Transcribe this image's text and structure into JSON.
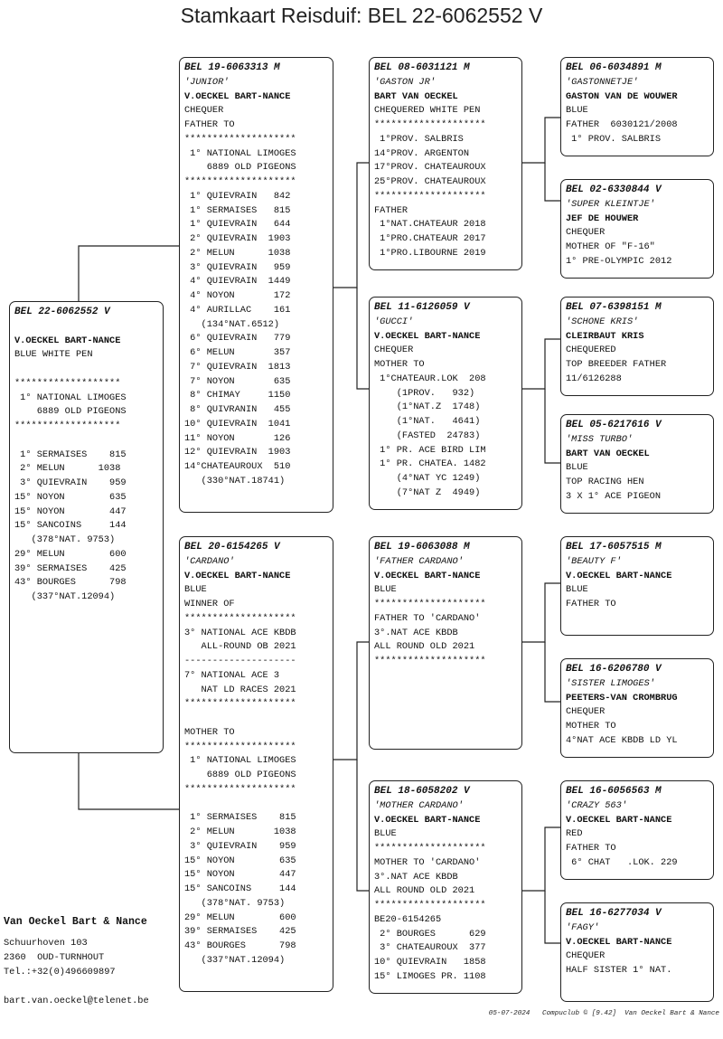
{
  "title": "Stamkaart Reisduif: BEL 22-6062552 V",
  "boxes": {
    "subject": [
      {
        "t": "BEL 22-6062552 V",
        "s": "ring"
      },
      {
        "t": ""
      },
      {
        "t": "V.OECKEL BART-NANCE",
        "s": "owner"
      },
      {
        "t": "BLUE WHITE PEN"
      },
      {
        "t": ""
      },
      {
        "t": "*******************"
      },
      {
        "t": " 1° NATIONAL LIMOGES"
      },
      {
        "t": "    6889 OLD PIGEONS"
      },
      {
        "t": "*******************"
      },
      {
        "t": ""
      },
      {
        "t": " 1° SERMAISES    815"
      },
      {
        "t": " 2° MELUN      1038"
      },
      {
        "t": " 3° QUIEVRAIN    959"
      },
      {
        "t": "15° NOYON        635"
      },
      {
        "t": "15° NOYON        447"
      },
      {
        "t": "15° SANCOINS     144"
      },
      {
        "t": "   (378°NAT. 9753)"
      },
      {
        "t": "29° MELUN        600"
      },
      {
        "t": "39° SERMAISES    425"
      },
      {
        "t": "43° BOURGES      798"
      },
      {
        "t": "   (337°NAT.12094)"
      }
    ],
    "father": [
      {
        "t": "BEL 19-6063313 M",
        "s": "ring"
      },
      {
        "t": "'JUNIOR'",
        "s": "nm"
      },
      {
        "t": "V.OECKEL BART-NANCE",
        "s": "owner"
      },
      {
        "t": "CHEQUER"
      },
      {
        "t": "FATHER TO"
      },
      {
        "t": "********************"
      },
      {
        "t": " 1° NATIONAL LIMOGES"
      },
      {
        "t": "    6889 OLD PIGEONS"
      },
      {
        "t": "********************"
      },
      {
        "t": " 1° QUIEVRAIN   842"
      },
      {
        "t": " 1° SERMAISES   815"
      },
      {
        "t": " 1° QUIEVRAIN   644"
      },
      {
        "t": " 2° QUIEVRAIN  1903"
      },
      {
        "t": " 2° MELUN      1038"
      },
      {
        "t": " 3° QUIEVRAIN   959"
      },
      {
        "t": " 4° QUIEVRAIN  1449"
      },
      {
        "t": " 4° NOYON       172"
      },
      {
        "t": " 4° AURILLAC    161"
      },
      {
        "t": "   (134°NAT.6512)"
      },
      {
        "t": " 6° QUIEVRAIN   779"
      },
      {
        "t": " 6° MELUN       357"
      },
      {
        "t": " 7° QUIEVRAIN  1813"
      },
      {
        "t": " 7° NOYON       635"
      },
      {
        "t": " 8° CHIMAY     1150"
      },
      {
        "t": " 8° QUIVRANIN   455"
      },
      {
        "t": "10° QUIEVRAIN  1041"
      },
      {
        "t": "11° NOYON       126"
      },
      {
        "t": "12° QUIEVRAIN  1903"
      },
      {
        "t": "14°CHATEAUROUX  510"
      },
      {
        "t": "   (330°NAT.18741)"
      }
    ],
    "mother": [
      {
        "t": "BEL 20-6154265 V",
        "s": "ring"
      },
      {
        "t": "'CARDANO'",
        "s": "nm"
      },
      {
        "t": "V.OECKEL BART-NANCE",
        "s": "owner"
      },
      {
        "t": "BLUE"
      },
      {
        "t": "WINNER OF"
      },
      {
        "t": "********************"
      },
      {
        "t": "3° NATIONAL ACE KBDB"
      },
      {
        "t": "   ALL-ROUND OB 2021"
      },
      {
        "t": "--------------------"
      },
      {
        "t": "7° NATIONAL ACE 3"
      },
      {
        "t": "   NAT LD RACES 2021"
      },
      {
        "t": "********************"
      },
      {
        "t": ""
      },
      {
        "t": "MOTHER TO"
      },
      {
        "t": "********************"
      },
      {
        "t": " 1° NATIONAL LIMOGES"
      },
      {
        "t": "    6889 OLD PIGEONS"
      },
      {
        "t": "********************"
      },
      {
        "t": ""
      },
      {
        "t": " 1° SERMAISES    815"
      },
      {
        "t": " 2° MELUN       1038"
      },
      {
        "t": " 3° QUIEVRAIN    959"
      },
      {
        "t": "15° NOYON        635"
      },
      {
        "t": "15° NOYON        447"
      },
      {
        "t": "15° SANCOINS     144"
      },
      {
        "t": "   (378°NAT. 9753)"
      },
      {
        "t": "29° MELUN        600"
      },
      {
        "t": "39° SERMAISES    425"
      },
      {
        "t": "43° BOURGES      798"
      },
      {
        "t": "   (337°NAT.12094)"
      }
    ],
    "ff": [
      {
        "t": "BEL 08-6031121 M",
        "s": "ring"
      },
      {
        "t": "'GASTON JR'",
        "s": "nm"
      },
      {
        "t": "BART VAN OECKEL",
        "s": "owner"
      },
      {
        "t": "CHEQUERED WHITE PEN"
      },
      {
        "t": "********************"
      },
      {
        "t": " 1°PROV. SALBRIS"
      },
      {
        "t": "14°PROV. ARGENTON"
      },
      {
        "t": "17°PROV. CHATEAUROUX"
      },
      {
        "t": "25°PROV. CHATEAUROUX"
      },
      {
        "t": "********************"
      },
      {
        "t": "FATHER"
      },
      {
        "t": " 1°NAT.CHATEAUR 2018"
      },
      {
        "t": " 1°PRO.CHATEAUR 2017"
      },
      {
        "t": " 1°PRO.LIBOURNE 2019"
      }
    ],
    "fm": [
      {
        "t": "BEL 11-6126059 V",
        "s": "ring"
      },
      {
        "t": "'GUCCI'",
        "s": "nm"
      },
      {
        "t": "V.OECKEL BART-NANCE",
        "s": "owner"
      },
      {
        "t": "CHEQUER"
      },
      {
        "t": "MOTHER TO"
      },
      {
        "t": " 1°CHATEAUR.LOK  208"
      },
      {
        "t": "    (1PROV.   932)"
      },
      {
        "t": "    (1°NAT.Z  1748)"
      },
      {
        "t": "    (1°NAT.   4641)"
      },
      {
        "t": "    (FASTED  24783)"
      },
      {
        "t": " 1° PR. ACE BIRD LIM"
      },
      {
        "t": " 1° PR. CHATEA. 1482"
      },
      {
        "t": "    (4°NAT YC 1249)"
      },
      {
        "t": "    (7°NAT Z  4949)"
      }
    ],
    "mf": [
      {
        "t": "BEL 19-6063088 M",
        "s": "ring"
      },
      {
        "t": "'FATHER CARDANO'",
        "s": "nm"
      },
      {
        "t": "V.OECKEL BART-NANCE",
        "s": "owner"
      },
      {
        "t": "BLUE"
      },
      {
        "t": "********************"
      },
      {
        "t": "FATHER TO 'CARDANO'"
      },
      {
        "t": "3°.NAT ACE KBDB"
      },
      {
        "t": "ALL ROUND OLD 2021"
      },
      {
        "t": "********************"
      }
    ],
    "mm": [
      {
        "t": "BEL 18-6058202 V",
        "s": "ring"
      },
      {
        "t": "'MOTHER CARDANO'",
        "s": "nm"
      },
      {
        "t": "V.OECKEL BART-NANCE",
        "s": "owner"
      },
      {
        "t": "BLUE"
      },
      {
        "t": "********************"
      },
      {
        "t": "MOTHER TO 'CARDANO'"
      },
      {
        "t": "3°.NAT ACE KBDB"
      },
      {
        "t": "ALL ROUND OLD 2021"
      },
      {
        "t": "********************"
      },
      {
        "t": "BE20-6154265"
      },
      {
        "t": " 2° BOURGES      629"
      },
      {
        "t": " 3° CHATEAUROUX  377"
      },
      {
        "t": "10° QUIEVRAIN   1858"
      },
      {
        "t": "15° LIMOGES PR. 1108"
      }
    ],
    "fff": [
      {
        "t": "BEL 06-6034891 M",
        "s": "ring"
      },
      {
        "t": "'GASTONNETJE'",
        "s": "nm"
      },
      {
        "t": "GASTON VAN DE WOUWER",
        "s": "owner"
      },
      {
        "t": "BLUE"
      },
      {
        "t": "FATHER  6030121/2008"
      },
      {
        "t": " 1° PROV. SALBRIS"
      }
    ],
    "ffm": [
      {
        "t": "BEL 02-6330844 V",
        "s": "ring"
      },
      {
        "t": "'SUPER KLEINTJE'",
        "s": "nm"
      },
      {
        "t": "JEF DE HOUWER",
        "s": "owner"
      },
      {
        "t": "CHEQUER"
      },
      {
        "t": "MOTHER OF \"F-16\""
      },
      {
        "t": "1° PRE-OLYMPIC 2012"
      }
    ],
    "fmf": [
      {
        "t": "BEL 07-6398151 M",
        "s": "ring"
      },
      {
        "t": "'SCHONE KRIS'",
        "s": "nm"
      },
      {
        "t": "CLEIRBAUT KRIS",
        "s": "owner"
      },
      {
        "t": "CHEQUERED"
      },
      {
        "t": "TOP BREEDER FATHER"
      },
      {
        "t": "11/6126288"
      }
    ],
    "fmm": [
      {
        "t": "BEL 05-6217616 V",
        "s": "ring"
      },
      {
        "t": "'MISS TURBO'",
        "s": "nm"
      },
      {
        "t": "BART VAN OECKEL",
        "s": "owner"
      },
      {
        "t": "BLUE"
      },
      {
        "t": "TOP RACING HEN"
      },
      {
        "t": "3 X 1° ACE PIGEON"
      }
    ],
    "mff": [
      {
        "t": "BEL 17-6057515 M",
        "s": "ring"
      },
      {
        "t": "'BEAUTY F'",
        "s": "nm"
      },
      {
        "t": "V.OECKEL BART-NANCE",
        "s": "owner"
      },
      {
        "t": "BLUE"
      },
      {
        "t": "FATHER TO"
      }
    ],
    "mfm": [
      {
        "t": "BEL 16-6206780 V",
        "s": "ring"
      },
      {
        "t": "'SISTER LIMOGES'",
        "s": "nm"
      },
      {
        "t": "PEETERS-VAN CROMBRUG",
        "s": "owner"
      },
      {
        "t": "CHEQUER"
      },
      {
        "t": "MOTHER TO"
      },
      {
        "t": "4°NAT ACE KBDB LD YL"
      }
    ],
    "mmf": [
      {
        "t": "BEL 16-6056563 M",
        "s": "ring"
      },
      {
        "t": "'CRAZY 563'",
        "s": "nm"
      },
      {
        "t": "V.OECKEL BART-NANCE",
        "s": "owner"
      },
      {
        "t": "RED"
      },
      {
        "t": "FATHER TO"
      },
      {
        "t": " 6° CHAT   .LOK. 229"
      }
    ],
    "mmm": [
      {
        "t": "BEL 16-6277034 V",
        "s": "ring"
      },
      {
        "t": "'FAGY'",
        "s": "nm"
      },
      {
        "t": "V.OECKEL BART-NANCE",
        "s": "owner"
      },
      {
        "t": "CHEQUER"
      },
      {
        "t": "HALF SISTER 1° NAT."
      }
    ]
  },
  "footer": {
    "owner": "Van Oeckel Bart & Nance",
    "street": "Schuurhoven 103",
    "city": "2360  OUD-TURNHOUT",
    "tel": "Tel.:+32(0)496609897",
    "email": "bart.van.oeckel@telenet.be",
    "note": "05-07-2024   Compuclub © [9.42]  Van Oeckel Bart & Nance"
  }
}
